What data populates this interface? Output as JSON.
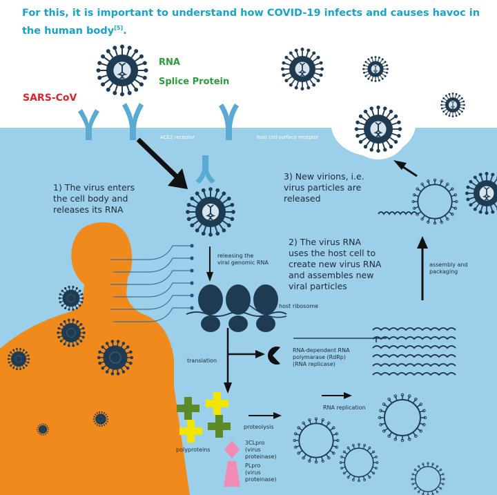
{
  "title": {
    "text": "For this, it is important to understand how COVID-19 infects and causes havoc in the human body",
    "citation": "[5]",
    "end": "."
  },
  "labels": {
    "rna": "RNA",
    "splice_protein": "Splice Protein",
    "sars_cov": "SARS-CoV",
    "ace2_receptor": "ACE2 receptor",
    "host_receptor": "host cell-surface receptor",
    "step1": "1) The virus enters\nthe cell body and\nreleases its RNA",
    "step2": "2) The virus RNA\nuses the host cell to\ncreate new virus RNA\nand assembles new\nviral particles",
    "step3": "3) New virions, i.e.\nvirus particles are\nreleased",
    "releasing": "releasing the\nviral genomic RNA",
    "host_ribosome": "host ribosome",
    "assembly": "assembly and\npackaging",
    "translation": "translation",
    "rdrp": "RNA-dependent RNA\npolymarase (RdRp)\n(RNA replicase)",
    "rna_replication": "RNA replication",
    "proteolysis": "proteolysis",
    "polyproteins": "polyproteins",
    "clpro": "3CLpro\n(virus\nproteinase)",
    "plpro": "PLpro\n(virus\nproteinase)"
  },
  "colors": {
    "title": "#1aa3c9",
    "rna_label": "#2e9a3c",
    "sars_label": "#d8242b",
    "cell": "#9ccfe9",
    "receptor": "#5aaad4",
    "virus": "#1f3b52",
    "human": "#f08a1c",
    "protein_yellow": "#f2e500",
    "protein_green": "#5b8a26",
    "proteinase_pink": "#f28bb5",
    "ribosome": "#1f3b52"
  }
}
